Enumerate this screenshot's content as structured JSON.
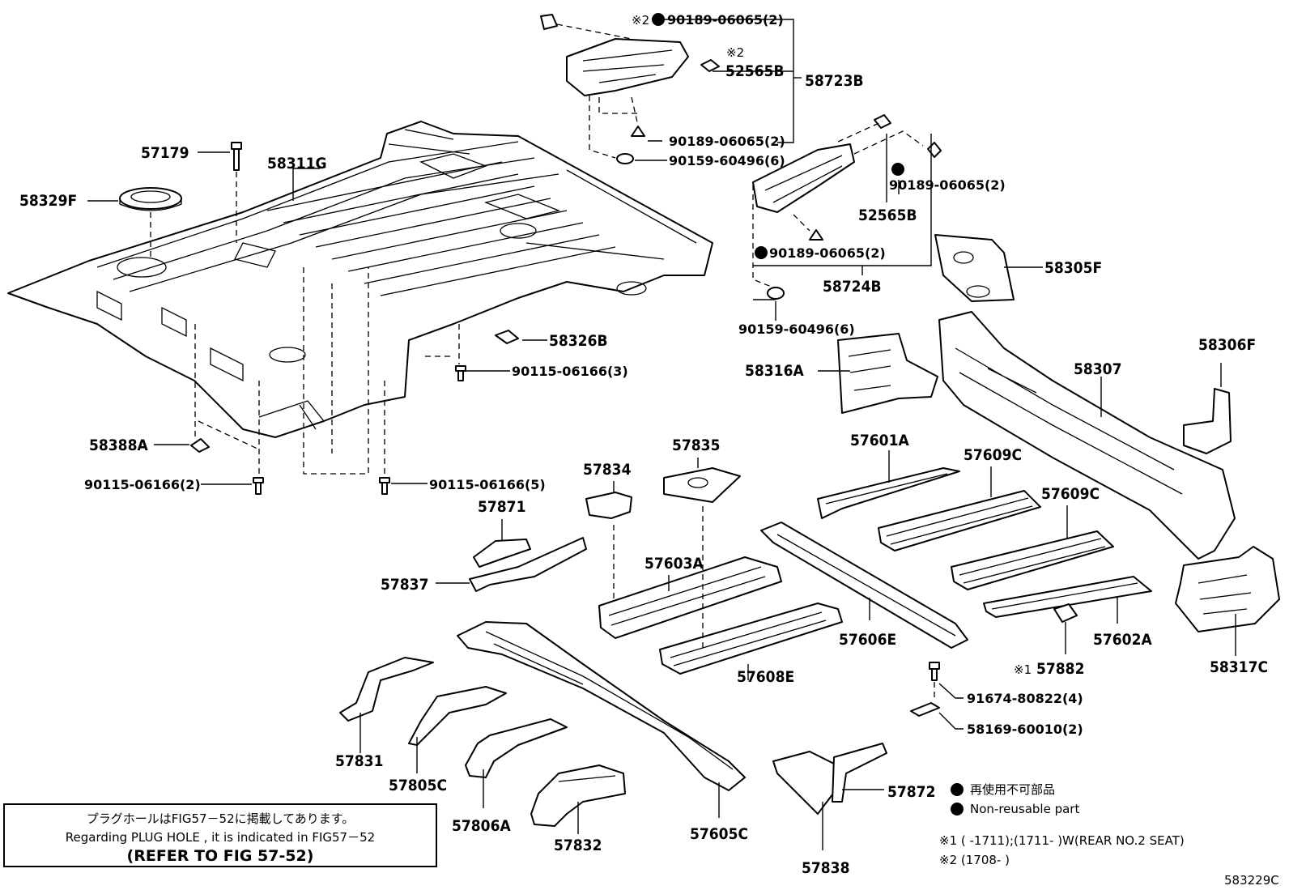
{
  "labels": {
    "p57179": "57179",
    "p58311G": "58311G",
    "p58329F": "58329F",
    "p58326B": "58326B",
    "p90115_3": "90115-06166(3)",
    "p58388A": "58388A",
    "p90115_2": "90115-06166(2)",
    "p90115_5": "90115-06166(5)",
    "p90189_a": "90189-06065(2)",
    "p52565B_a": "52565B",
    "p58723B": "58723B",
    "p90189_b": "90189-06065(2)",
    "p90159_a": "90159-60496(6)",
    "p90189_c": "90189-06065(2)",
    "p52565B_b": "52565B",
    "p90189_d": "90189-06065(2)",
    "p58724B": "58724B",
    "p58305F": "58305F",
    "p90159_b": "90159-60496(6)",
    "p58316A": "58316A",
    "p58307": "58307",
    "p58306F": "58306F",
    "p57601A": "57601A",
    "p57609C_a": "57609C",
    "p57609C_b": "57609C",
    "p57834": "57834",
    "p57835": "57835",
    "p57871": "57871",
    "p57837": "57837",
    "p57603A": "57603A",
    "p57606E": "57606E",
    "p57602A": "57602A",
    "p58317C": "58317C",
    "p57608E": "57608E",
    "p57882": "57882",
    "p91674": "91674-80822(4)",
    "p58169": "58169-60010(2)",
    "p57831": "57831",
    "p57805C": "57805C",
    "p57806A": "57806A",
    "p57832": "57832",
    "p57605C": "57605C",
    "p57872": "57872",
    "p57838": "57838"
  },
  "marks": {
    "note2": "※2",
    "note1": "※1"
  },
  "legend": {
    "jp": "再使用不可部品",
    "en": "Non-reusable part",
    "note1": "※1 (     -1711);(1711-     )W(REAR NO.2 SEAT)",
    "note2": "※2 (1708-     )"
  },
  "notebox": {
    "line1": "プラグホールはFIG57－52に掲載してあります。",
    "line2": "Regarding PLUG HOLE , it is indicated in FIG57－52",
    "line3": "(REFER TO FIG 57-52)"
  },
  "fig_code": "583229C"
}
